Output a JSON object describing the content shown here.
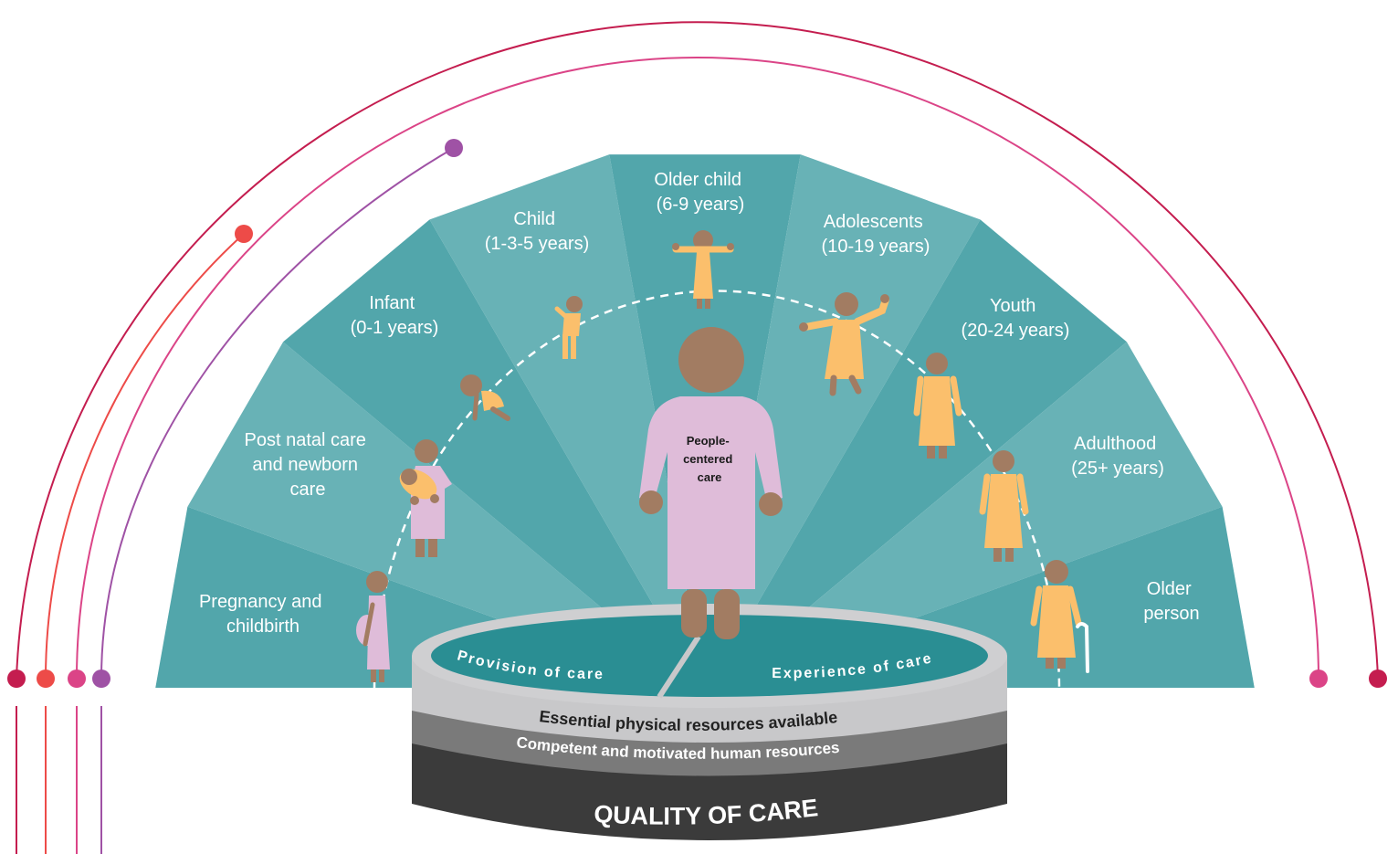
{
  "stages": [
    {
      "line1": "Pregnancy and",
      "line2": "childbirth"
    },
    {
      "line1": "Post natal care",
      "line2": "and newborn",
      "line3": "care"
    },
    {
      "line1": "Infant",
      "line2": "(0-1 years)"
    },
    {
      "line1": "Child",
      "line2": "(1-3-5 years)"
    },
    {
      "line1": "Older child",
      "line2": "(6-9 years)"
    },
    {
      "line1": "Adolescents",
      "line2": "(10-19 years)"
    },
    {
      "line1": "Youth",
      "line2": "(20-24 years)"
    },
    {
      "line1": "Adulthood",
      "line2": "(25+ years)"
    },
    {
      "line1": "Older",
      "line2": "person"
    }
  ],
  "center": {
    "line1": "People-",
    "line2": "centered",
    "line3": "care"
  },
  "platform": {
    "provision": "Provision of care",
    "experience": "Experience of care",
    "physical": "Essential physical resources available",
    "human": "Competent and motivated human resources",
    "quality": "QUALITY OF CARE"
  },
  "colors": {
    "teal_dark": "#52a6ab",
    "teal_light": "#68b2b6",
    "platform_teal": "#2a8e93",
    "figure_skin": "#a27c62",
    "figure_pink": "#dfbcd9",
    "figure_orange": "#fbbf6c",
    "line_crimson": "#c41d4f",
    "line_red": "#ed4b48",
    "line_pink": "#db4487",
    "line_purple": "#9f52a5"
  }
}
